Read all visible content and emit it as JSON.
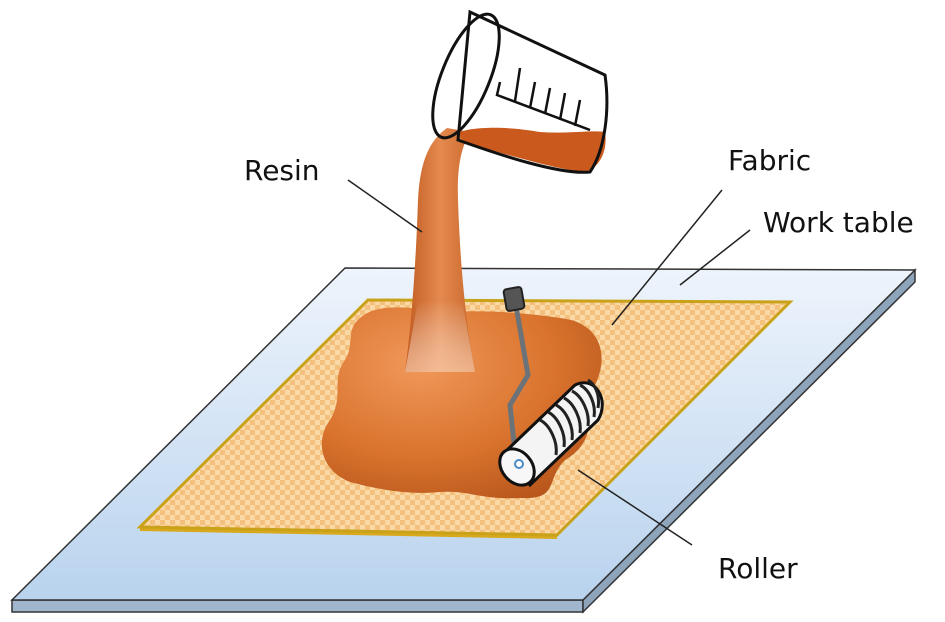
{
  "labels": {
    "resin": "Resin",
    "fabric": "Fabric",
    "work_table": "Work table",
    "roller": "Roller"
  },
  "colors": {
    "resin": "#c9591c",
    "fabric": "#f7c98a",
    "fabric_border": "#c9a21a",
    "table": "#dce9f7"
  }
}
